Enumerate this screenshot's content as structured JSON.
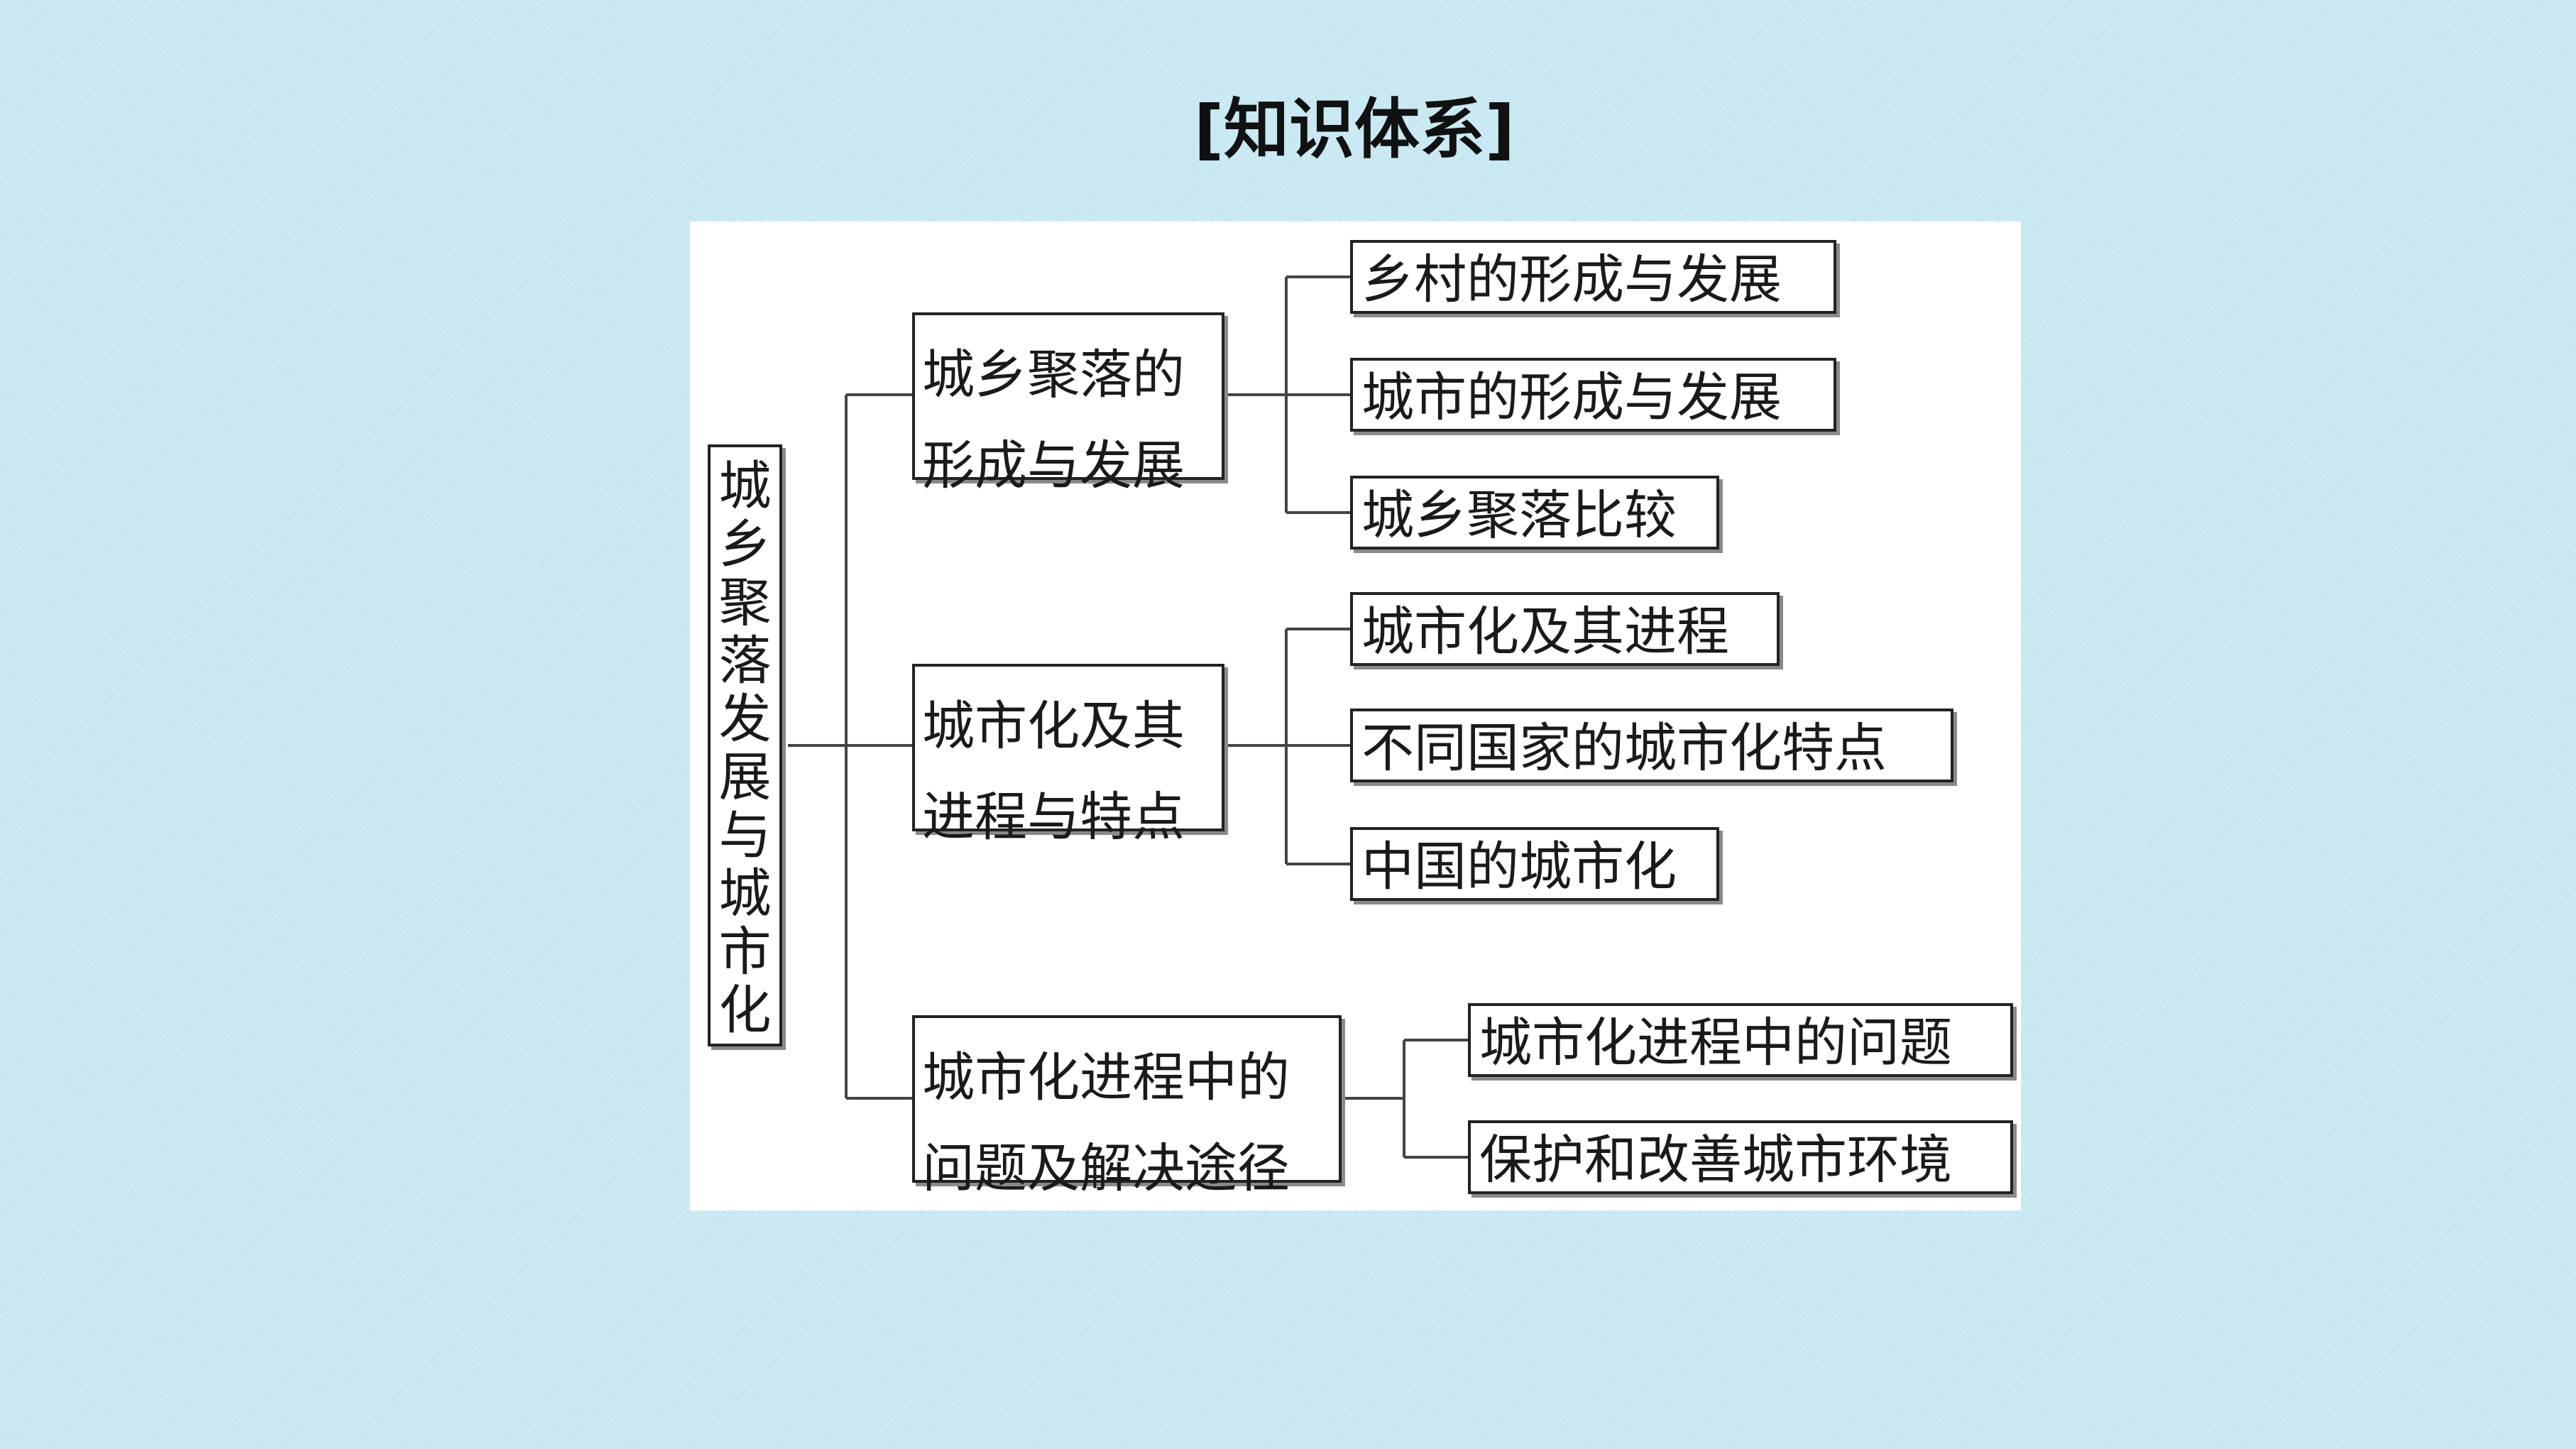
{
  "title": "[知识体系]",
  "root": {
    "chars": [
      "城",
      "乡",
      "聚",
      "落",
      "发",
      "展",
      "与",
      "城",
      "市",
      "化"
    ]
  },
  "branches": [
    {
      "label_lines": [
        "城乡聚落的",
        "形成与发展"
      ],
      "leaves": [
        "乡村的形成与发展",
        "城市的形成与发展",
        "城乡聚落比较"
      ]
    },
    {
      "label_lines": [
        "城市化及其",
        "进程与特点"
      ],
      "leaves": [
        "城市化及其进程",
        "不同国家的城市化特点",
        "中国的城市化"
      ]
    },
    {
      "label_lines": [
        "城市化进程中的",
        "问题及解决途径"
      ],
      "leaves": [
        "城市化进程中的问题",
        "保护和改善城市环境"
      ]
    }
  ]
}
